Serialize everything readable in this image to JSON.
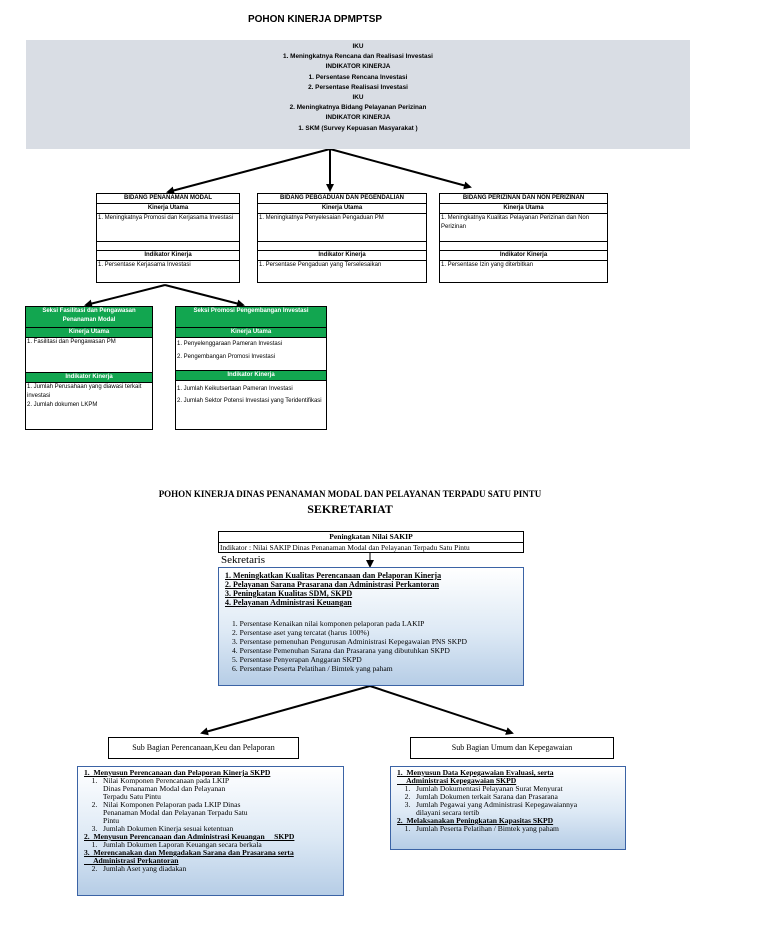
{
  "title_top": "POHON KINERJA DPMPTSP",
  "iku_lines": [
    "IKU",
    "1. Meningkatnya Rencana dan Realisasi Investasi",
    "INDIKATOR KINERJA",
    "1. Persentase Rencana Investasi",
    "2. Persentase Realisasi Investasi",
    "IKU",
    "2. Meningkatnya Bidang Pelayanan Perizinan",
    "INDIKATOR KINERJA",
    "1. SKM (Survey Kepuasan Masyarakat )"
  ],
  "bidang": [
    {
      "title": "BIDANG PENANAMAN MODAL",
      "kinerja_label": "Kinerja Utama",
      "kinerja": "1. Meningkatnya Promosi dan Kerjasama Investasi",
      "indikator_label": "Indikator Kinerja",
      "indikator": "1. Persentase Kerjasama Investasi"
    },
    {
      "title": "BIDANG PEBGADUAN DAN PEGENDALIAN",
      "kinerja_label": "Kinerja Utama",
      "kinerja": "1. Meningkatnya Penyelesaian Pengaduan PM",
      "indikator_label": "Indikator Kinerja",
      "indikator": "1. Persentase Pengaduan yang Terselesaikan"
    },
    {
      "title": "BIDANG PERIZINAN DAN NON PERIZINAN",
      "kinerja_label": "Kinerja Utama",
      "kinerja": "1. Meningkatnya Kualitas Pelayanan Perizinan dan Non Perizinan",
      "indikator_label": "Indikator Kinerja",
      "indikator": "1. Persentase Izin yang diterbitkan"
    }
  ],
  "seksi": [
    {
      "title": "Seksi Fasilitasi dan Pengawasan Penanaman Modal",
      "kinerja_label": "Kinerja Utama",
      "kinerja": [
        "1. Fasilitasi dan Pengawasan PM"
      ],
      "indikator_label": "Indikator Kinerja",
      "indikator": [
        "1. Jumlah Perusahaan yang diawasi terkait investasi",
        "2. Jumlah dokumen LKPM"
      ]
    },
    {
      "title": "Seksi Promosi Pengembangan Investasi",
      "kinerja_label": "Kinerja Utama",
      "kinerja": [
        "1. Penyelenggaraan Pameran Investasi",
        "2. Pengembangan Promosi Investasi"
      ],
      "indikator_label": "Indikator Kinerja",
      "indikator": [
        "1. Jumlah Keikutsertaan Pameran Investasi",
        "2. Jumlah Sektor Potensi Investasi yang Teridentifikasi"
      ]
    }
  ],
  "title_2a": "POHON KINERJA DINAS PENANAMAN MODAL DAN PELAYANAN TERPADU SATU PINTU",
  "title_2b": "SEKRETARIAT",
  "sakip_title": "Peningkatan Nilai SAKIP",
  "sakip_indicator": "Indikator : Nilai SAKIP Dinas Penanaman Modal dan Pelayanan Terpadu Satu Pintu",
  "sekretaris_label": "Sekretaris",
  "sekretaris_goals": [
    "1.  Meningkatkan Kualitas Perencanaan dan Pelaporan Kinerja",
    "2.  Pelayanan Sarana Prasarana dan Administrasi Perkantoran",
    "3.  Peningkatan Kualitas SDM, SKPD",
    "4.  Pelayanan Administrasi Keuangan"
  ],
  "sekretaris_indicators": [
    "1.   Persentase Kenaikan nilai komponen pelaporan pada LAKIP",
    "2.   Persentase aset yang tercatat (harus 100%)",
    "3.   Persentase pemenuhan Pengurusan Administrasi Kepegawaian PNS SKPD",
    "4.   Persentase Pemenuhan Sarana dan Prasarana yang dibutuhkan SKPD",
    "5.   Persentase Penyerapan Anggaran SKPD",
    "6.   Persentase Peserta Pelatihan / Bimtek yang paham"
  ],
  "sub1_title": "Sub Bagian Perencanaan,Keu dan Pelaporan",
  "sub2_title": "Sub Bagian Umum dan Kepegawaian",
  "sub1_lines": [
    {
      "t": "1.  Menyusun Perencanaan dan Pelaporan Kinerja SKPD",
      "b": true
    },
    {
      "t": "    1.   Nilai Komponen Perencanaan pada LKIP",
      "b": false
    },
    {
      "t": "          Dinas Penanaman Modal dan Pelayanan",
      "b": false
    },
    {
      "t": "          Terpadu Satu Pintu",
      "b": false
    },
    {
      "t": "    2.   Nilai Komponen Pelaporan pada LKIP Dinas",
      "b": false
    },
    {
      "t": "          Penanaman Modal dan Pelayanan Terpadu Satu",
      "b": false
    },
    {
      "t": "          Pintu",
      "b": false
    },
    {
      "t": "    3.   Jumlah Dokumen Kinerja sesuai ketentuan",
      "b": false
    },
    {
      "t": "2.  Menyusun Perencanaan dan Administrasi Keuangan     SKPD",
      "b": true
    },
    {
      "t": "    1.   Jumlah Dokumen Laporan Keuangan secara berkala",
      "b": false
    },
    {
      "t": "3.  Merencanakan dan Mengadakan Sarana dan Prasarana serta",
      "b": true
    },
    {
      "t": "     Administrasi Perkantoran",
      "b": true
    },
    {
      "t": "    2.   Jumlah Aset yang diadakan",
      "b": false
    }
  ],
  "sub2_lines": [
    {
      "t": "1.  Menyusun Data Kepegawaian Evaluasi, serta",
      "b": true
    },
    {
      "t": "     Administrasi Kepegawaian SKPD",
      "b": true
    },
    {
      "t": "    1.   Jumlah Dokumentasi Pelayanan Surat Menyurat",
      "b": false
    },
    {
      "t": "    2.   Jumlah Dokumen terkait Sarana dan Prasarana",
      "b": false
    },
    {
      "t": "    3.   Jumlah Pegawai yang Administrasi Kepegawaiannya",
      "b": false
    },
    {
      "t": "          dilayani secara tertib",
      "b": false
    },
    {
      "t": "2.  Melaksanakan Peningkatan Kapasitas SKPD",
      "b": true
    },
    {
      "t": "    1.   Jumlah Peserta Pelatihan / Bimtek yang paham",
      "b": false
    }
  ]
}
